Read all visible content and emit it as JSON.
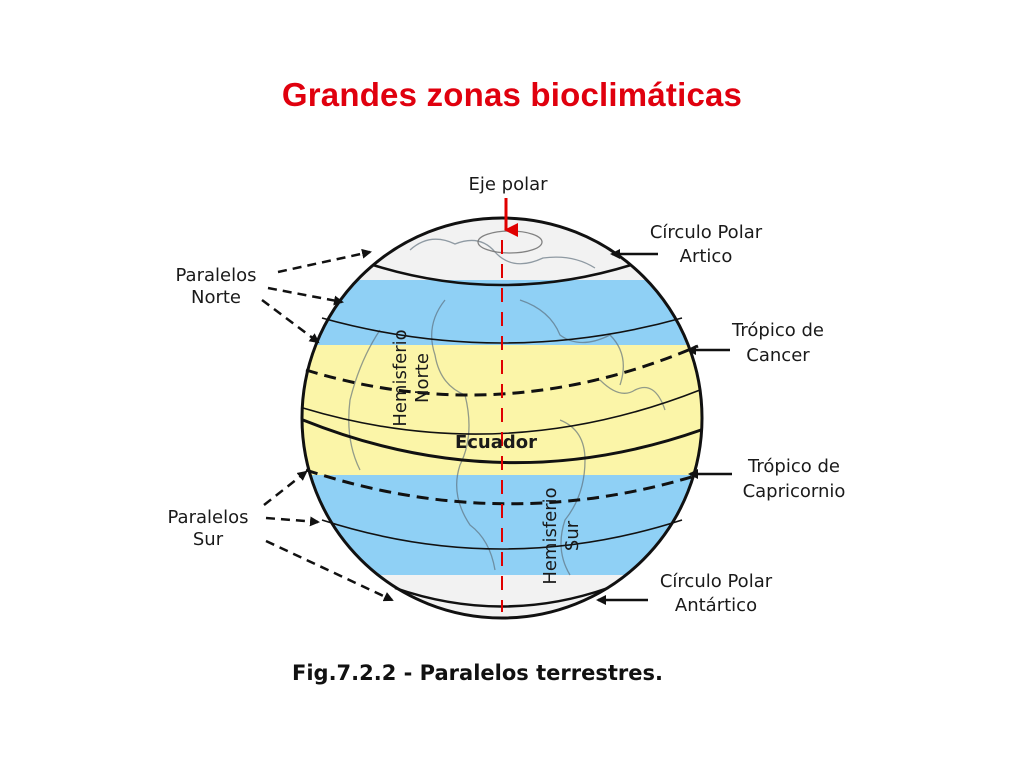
{
  "slide": {
    "title": "Grandes zonas bioclimáticas"
  },
  "diagram": {
    "labels": {
      "polar_axis": "Eje polar",
      "north_parallels_line1": "Paralelos",
      "north_parallels_line2": "Norte",
      "south_parallels_line1": "Paralelos",
      "south_parallels_line2": "Sur",
      "arctic_circle_line1": "Círculo Polar",
      "arctic_circle_line2": "Artico",
      "tropic_cancer_line1": "Trópico de",
      "tropic_cancer_line2": "Cancer",
      "tropic_capricorn_line1": "Trópico de",
      "tropic_capricorn_line2": "Capricornio",
      "antarctic_circle_line1": "Círculo Polar",
      "antarctic_circle_line2": "Antártico",
      "equator": "Ecuador",
      "north_hemisphere_line1": "Hemisferio",
      "north_hemisphere_line2": "Norte",
      "south_hemisphere_line1": "Hemisferio",
      "south_hemisphere_line2": "Sur"
    },
    "caption": "Fig.7.2.2 - Paralelos terrestres.",
    "colors": {
      "polar_zone": "#f2f2f2",
      "temperate_zone": "#8fd0f5",
      "tropical_zone": "#fbf5a8",
      "axis": "#e00000",
      "outline": "#111111"
    }
  }
}
